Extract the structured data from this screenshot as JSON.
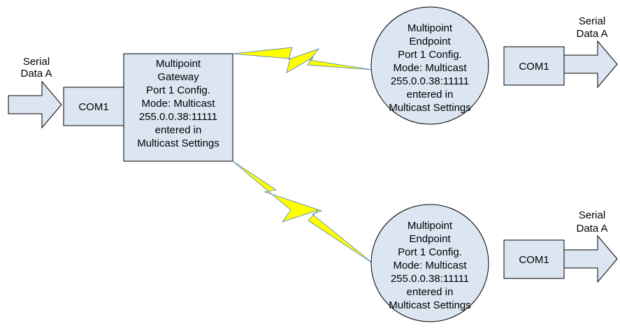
{
  "colors": {
    "fill": "#dce6f2",
    "stroke": "#000000",
    "lightning": "#ffff00",
    "link_line": "#4a7fc1"
  },
  "input": {
    "label_line1": "Serial",
    "label_line2": "Data A"
  },
  "gateway_com": {
    "label": "COM1"
  },
  "gateway": {
    "lines": [
      "Multipoint",
      "Gateway",
      "Port 1 Config.",
      "Mode: Multicast",
      "255.0.0.38:11111",
      "entered in",
      "Multicast Settings"
    ]
  },
  "endpoints": [
    {
      "lines": [
        "Multipoint",
        "Endpoint",
        "Port 1 Config.",
        "Mode: Multicast",
        "255.0.0.38:11111",
        "entered in",
        "Multicast Settings"
      ],
      "com_label": "COM1",
      "output_label_line1": "Serial",
      "output_label_line2": "Data A"
    },
    {
      "lines": [
        "Multipoint",
        "Endpoint",
        "Port 1 Config.",
        "Mode: Multicast",
        "255.0.0.38:11111",
        "entered in",
        "Multicast Settings"
      ],
      "com_label": "COM1",
      "output_label_line1": "Serial",
      "output_label_line2": "Data A"
    }
  ]
}
